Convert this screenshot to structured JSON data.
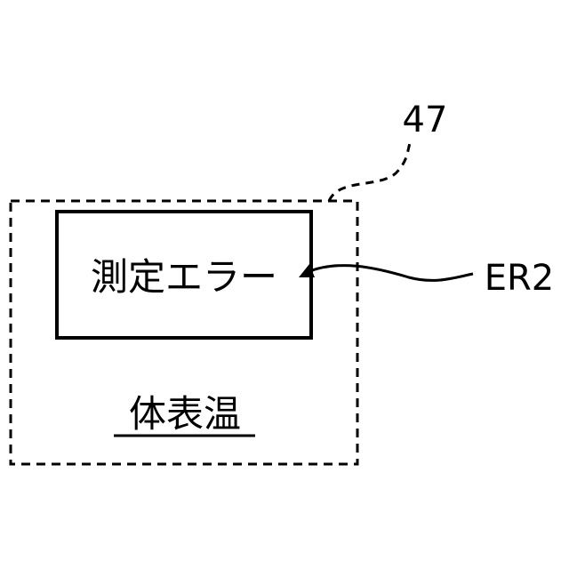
{
  "figure": {
    "reference_numeral": "47",
    "message": "測定エラー",
    "message_reference": "ER2",
    "panel_label": "体表温"
  },
  "colors": {
    "line": "#000000",
    "background": "#ffffff"
  }
}
